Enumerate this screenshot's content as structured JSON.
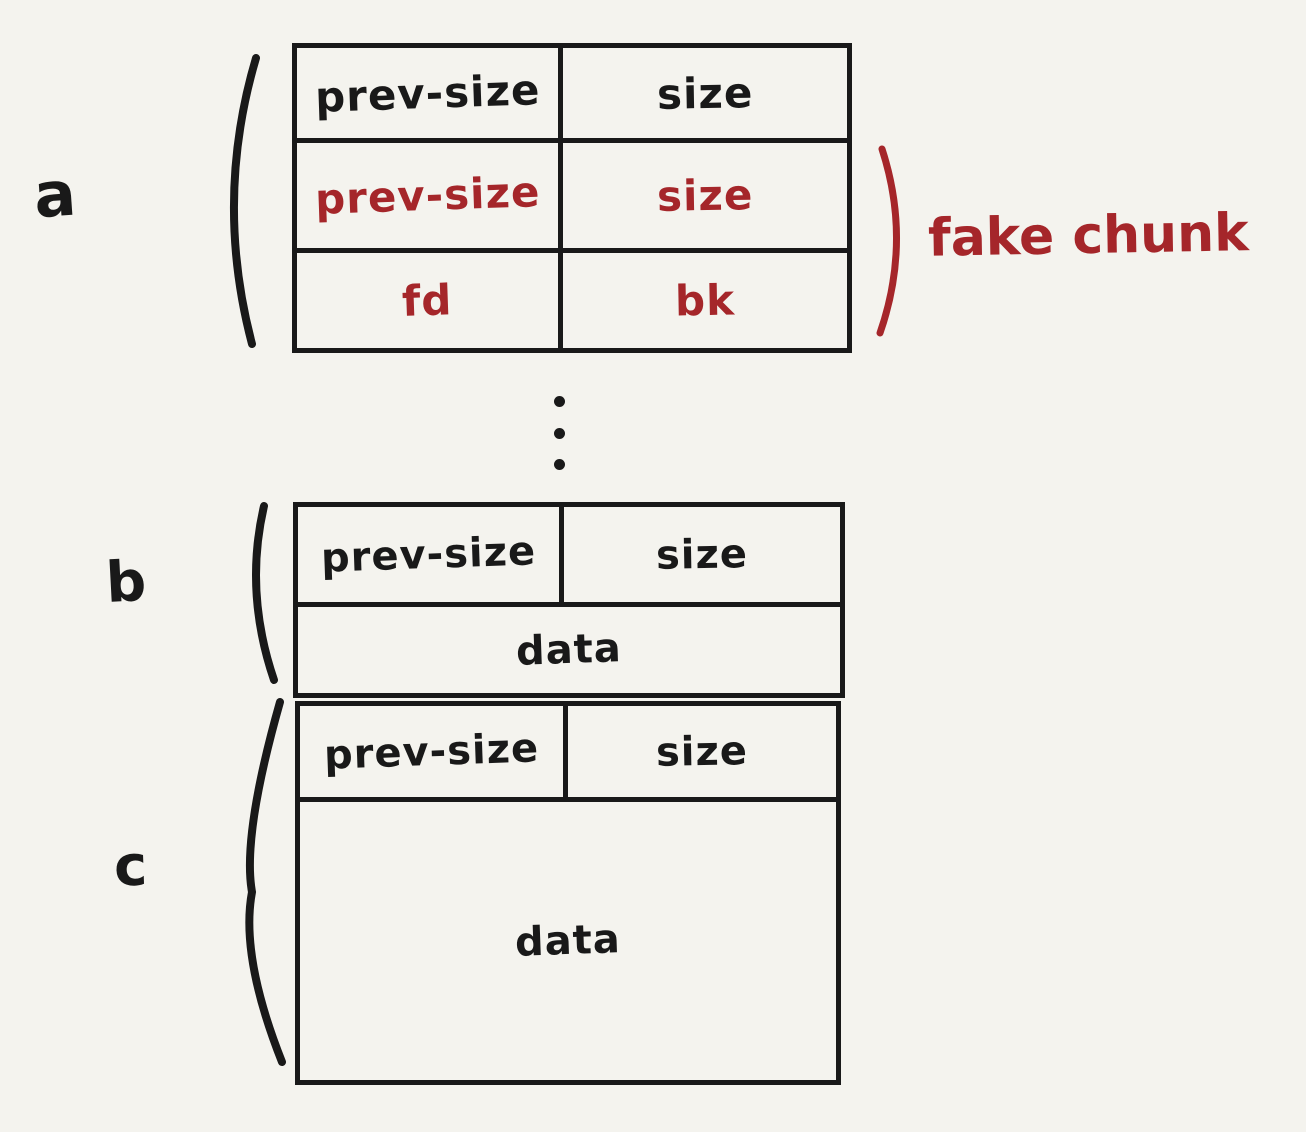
{
  "palette": {
    "background": "#f4f3ee",
    "ink": "#191919",
    "accent": "#a5262a"
  },
  "chunk_a": {
    "label": "a",
    "annotation": "fake chunk",
    "rows": [
      {
        "left": "prev-size",
        "right": "size",
        "emphasis": false
      },
      {
        "left": "prev-size",
        "right": "size",
        "emphasis": true
      },
      {
        "left": "fd",
        "right": "bk",
        "emphasis": true
      }
    ]
  },
  "chunk_b": {
    "label": "b",
    "header_left": "prev-size",
    "header_right": "size",
    "body": "data"
  },
  "chunk_c": {
    "label": "c",
    "header_left": "prev-size",
    "header_right": "size",
    "body": "data"
  }
}
